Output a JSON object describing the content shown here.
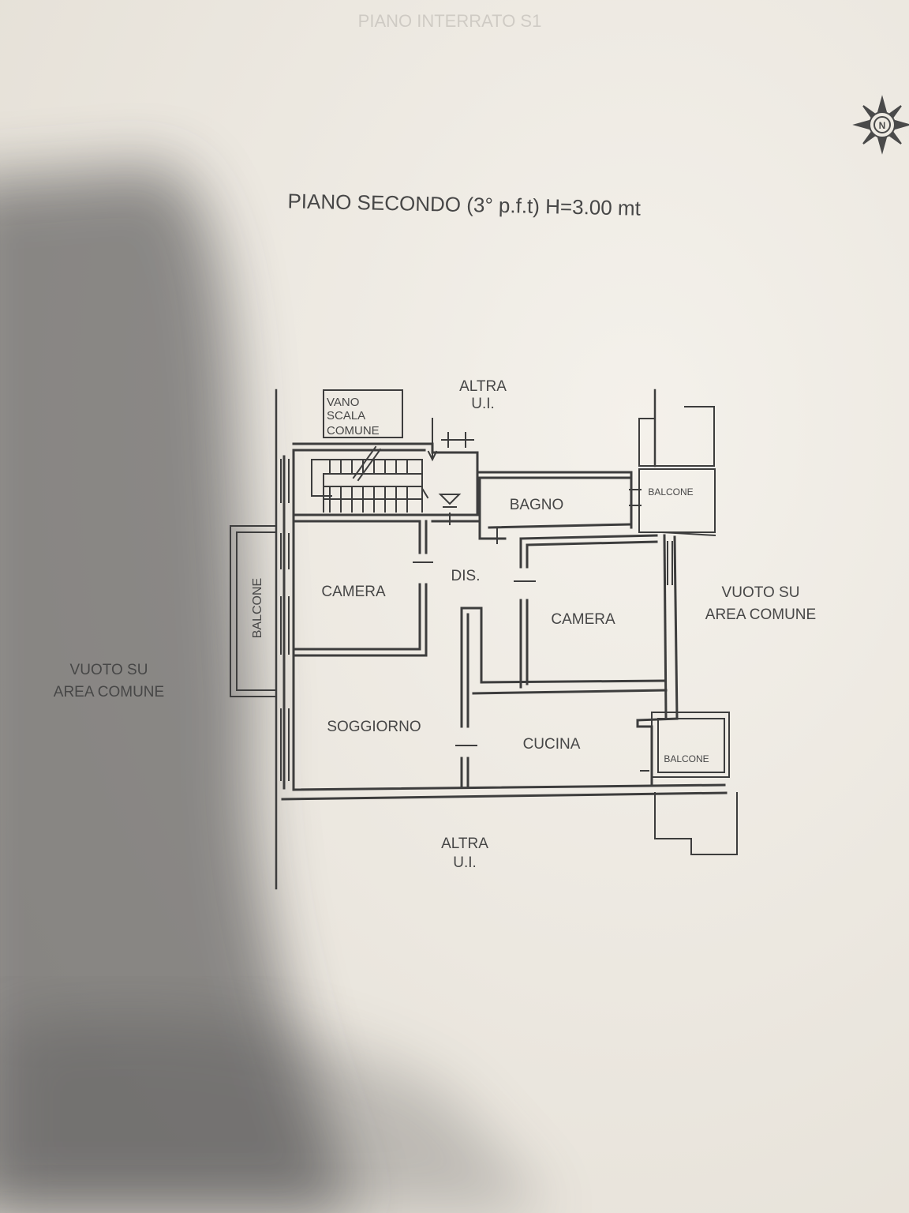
{
  "document": {
    "header_faint": "PIANO INTERRATO S1",
    "title": "PIANO SECONDO (3° p.f.t) H=3.00 mt"
  },
  "labels": {
    "altra_top_1": "ALTRA",
    "altra_top_2": "U.I.",
    "altra_bottom_1": "ALTRA",
    "altra_bottom_2": "U.I.",
    "vano_1": "VANO",
    "vano_2": "SCALA",
    "vano_3": "COMUNE",
    "vuoto_left_1": "VUOTO SU",
    "vuoto_left_2": "AREA COMUNE",
    "vuoto_right_1": "VUOTO SU",
    "vuoto_right_2": "AREA COMUNE"
  },
  "rooms": {
    "bagno": "BAGNO",
    "camera_left": "CAMERA",
    "camera_right": "CAMERA",
    "dis": "DIS.",
    "soggiorno": "SOGGIORNO",
    "cucina": "CUCINA",
    "balcone_left": "BALCONE",
    "balcone_top_right": "BALCONE",
    "balcone_bottom_right": "BALCONE"
  },
  "compass": {
    "icon": "compass-rose-icon",
    "letter": "N"
  },
  "colors": {
    "paper": "#ece8e1",
    "shadow": "#2a2a2c",
    "ink": "#3d3d3d",
    "text": "#474747"
  }
}
